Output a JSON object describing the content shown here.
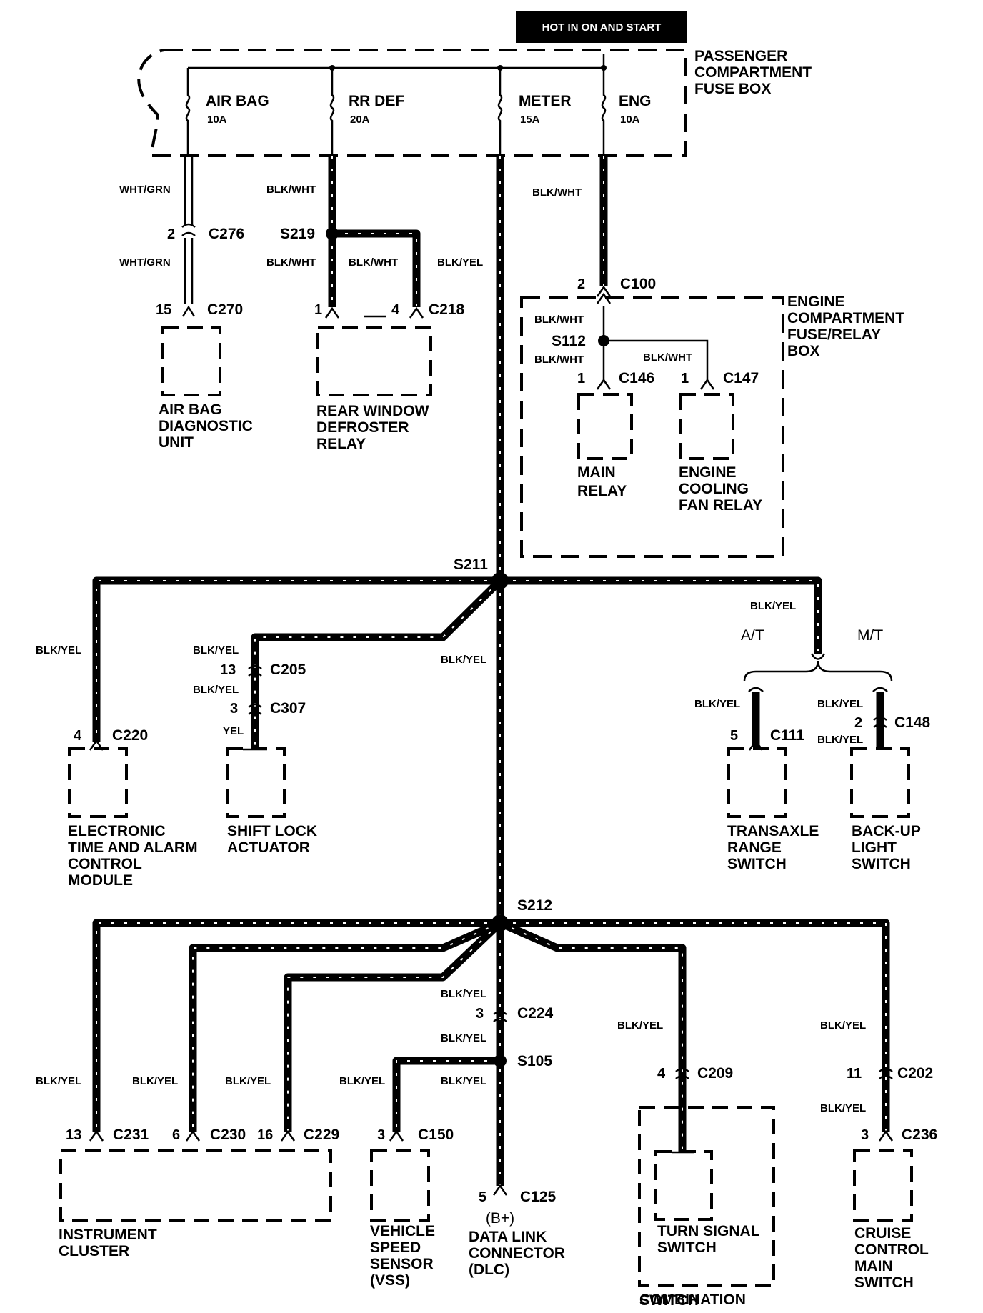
{
  "header": {
    "power_label": "HOT IN ON AND START"
  },
  "fuse_box": {
    "label_lines": [
      "PASSENGER",
      "COMPARTMENT",
      "FUSE BOX"
    ],
    "fuses": [
      {
        "name": "AIR BAG",
        "rating": "10A"
      },
      {
        "name": "RR DEF",
        "rating": "20A"
      },
      {
        "name": "METER",
        "rating": "15A"
      },
      {
        "name": "ENG",
        "rating": "10A"
      }
    ]
  },
  "engine_box": {
    "label_lines": [
      "ENGINE",
      "COMPARTMENT",
      "FUSE/RELAY",
      "BOX"
    ]
  },
  "wires": {
    "wht_grn": "WHT/GRN",
    "blk_wht": "BLK/WHT",
    "blk_yel": "BLK/YEL",
    "yel": "YEL"
  },
  "splices": {
    "s219": "S219",
    "s112": "S112",
    "s211": "S211",
    "s212": "S212",
    "s105": "S105"
  },
  "connectors": {
    "c276": {
      "id": "C276",
      "pin": "2"
    },
    "c270": {
      "id": "C270",
      "pin": "15"
    },
    "c218": {
      "id": "C218",
      "pin1": "1",
      "pin4": "4"
    },
    "c100": {
      "id": "C100",
      "pin": "2"
    },
    "c146": {
      "id": "C146",
      "pin": "1"
    },
    "c147": {
      "id": "C147",
      "pin": "1"
    },
    "c220": {
      "id": "C220",
      "pin": "4"
    },
    "c205": {
      "id": "C205",
      "pin": "13"
    },
    "c307": {
      "id": "C307",
      "pin": "3"
    },
    "c111": {
      "id": "C111",
      "pin": "5"
    },
    "c148": {
      "id": "C148",
      "pin": "2"
    },
    "c224": {
      "id": "C224",
      "pin": "3"
    },
    "c231": {
      "id": "C231",
      "pin": "13"
    },
    "c230": {
      "id": "C230",
      "pin": "6"
    },
    "c229": {
      "id": "C229",
      "pin": "16"
    },
    "c150": {
      "id": "C150",
      "pin": "3"
    },
    "c125": {
      "id": "C125",
      "pin": "5"
    },
    "c209": {
      "id": "C209",
      "pin": "4"
    },
    "c202": {
      "id": "C202",
      "pin": "11"
    },
    "c236": {
      "id": "C236",
      "pin": "3"
    }
  },
  "options": {
    "at": "A/T",
    "mt": "M/T"
  },
  "components": {
    "airbag": [
      "AIR BAG",
      "DIAGNOSTIC",
      "UNIT"
    ],
    "defroster": [
      "REAR WINDOW",
      "DEFROSTER",
      "RELAY"
    ],
    "main_relay": [
      "MAIN",
      "RELAY"
    ],
    "fan_relay": [
      "ENGINE",
      "COOLING",
      "FAN RELAY"
    ],
    "etacm": [
      "ELECTRONIC",
      "TIME AND ALARM",
      "CONTROL",
      "MODULE"
    ],
    "shift_lock": [
      "SHIFT LOCK",
      "ACTUATOR"
    ],
    "transaxle": [
      "TRANSAXLE",
      "RANGE",
      "SWITCH"
    ],
    "backup": [
      "BACK-UP",
      "LIGHT",
      "SWITCH"
    ],
    "cluster": [
      "INSTRUMENT",
      "CLUSTER"
    ],
    "vss": [
      "VEHICLE",
      "SPEED",
      "SENSOR",
      "(VSS)"
    ],
    "dlc_bplus": "(B+)",
    "dlc": [
      "DATA LINK",
      "CONNECTOR",
      "(DLC)"
    ],
    "turn_signal": [
      "TURN SIGNAL",
      "SWITCH"
    ],
    "combination": [
      "COMBINATION",
      "SWITCH"
    ],
    "cruise": [
      "CRUISE",
      "CONTROL",
      "MAIN",
      "SWITCH"
    ]
  }
}
